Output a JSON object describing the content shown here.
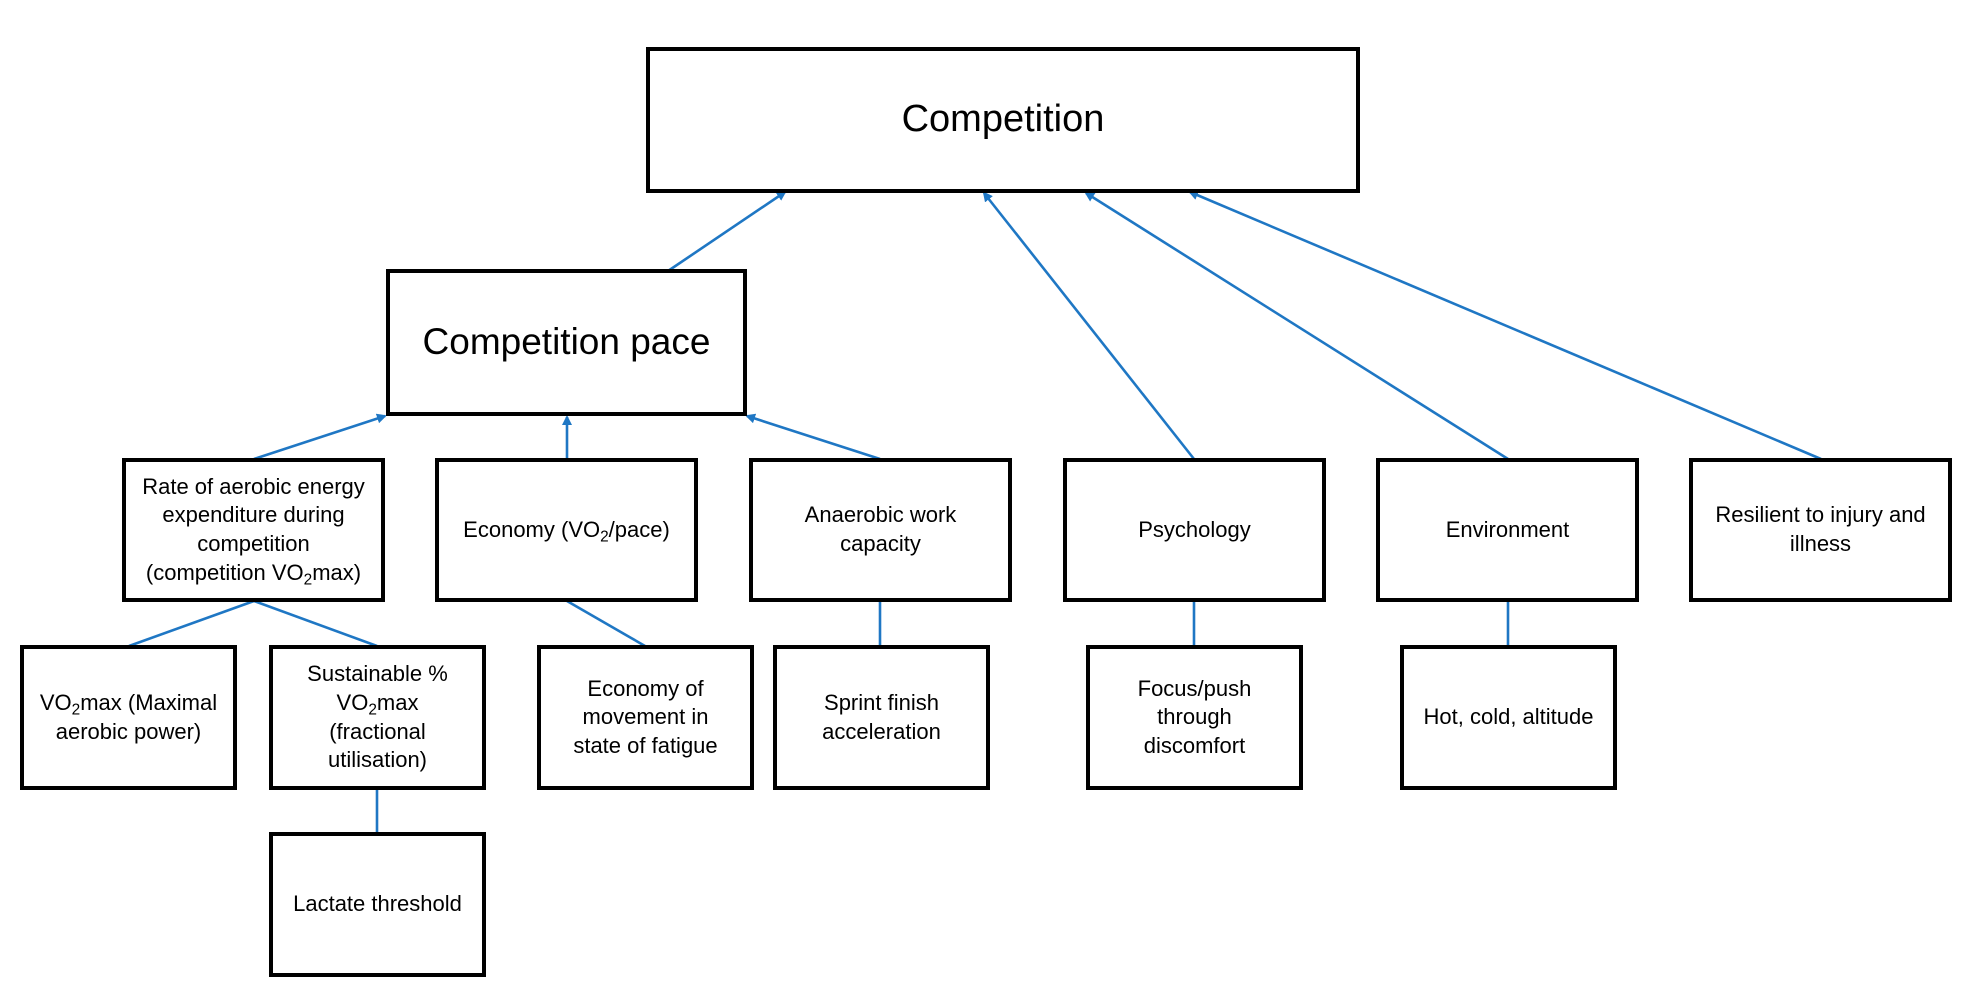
{
  "root": {
    "label": "Competition"
  },
  "pace": {
    "label": "Competition pace"
  },
  "factors": {
    "aerobic": {
      "line1": "Rate of aerobic energy",
      "line2": "expenditure during",
      "line3": "competition",
      "line4_pre": "(competition VO",
      "line4_sub": "2",
      "line4_post": "max)"
    },
    "economy": {
      "pre": "Economy (VO",
      "sub": "2",
      "post": "/pace)"
    },
    "anaerobic": {
      "line1": "Anaerobic work",
      "line2": "capacity"
    },
    "psychology": {
      "label": "Psychology"
    },
    "environment": {
      "label": "Environment"
    },
    "resilience": {
      "line1": "Resilient to injury and",
      "line2": "illness"
    }
  },
  "details": {
    "vo2max": {
      "line1_pre": "VO",
      "line1_sub": "2",
      "line1_post": "max (Maximal",
      "line2": "aerobic power)"
    },
    "sustainable": {
      "line1": "Sustainable %",
      "line2_pre": "VO",
      "line2_sub": "2",
      "line2_post": "max",
      "line3": "(fractional",
      "line4": "utilisation)"
    },
    "lactate": {
      "label": "Lactate threshold"
    },
    "economy_fatigue": {
      "line1": "Economy of",
      "line2": "movement in",
      "line3": "state of fatigue"
    },
    "sprint": {
      "line1": "Sprint finish",
      "line2": "acceleration"
    },
    "focus": {
      "line1": "Focus/push",
      "line2": "through",
      "line3": "discomfort"
    },
    "conditions": {
      "label": "Hot, cold, altitude"
    }
  },
  "colors": {
    "connector": "#1f77c4",
    "border": "#000000"
  }
}
